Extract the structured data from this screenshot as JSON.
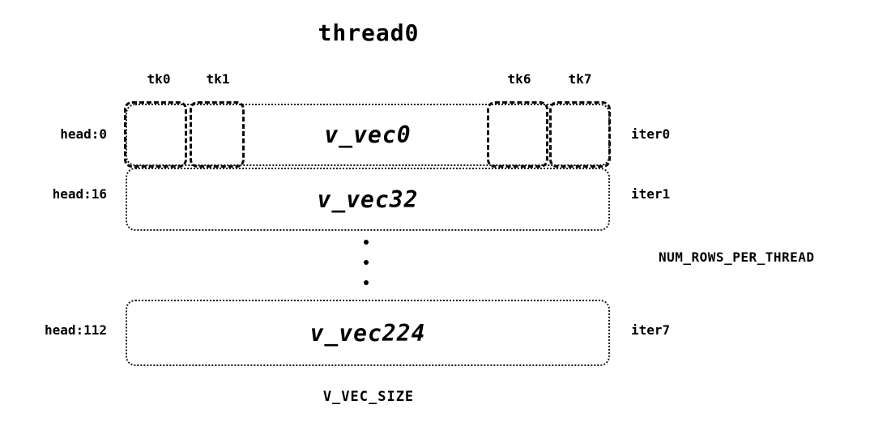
{
  "diagram": {
    "title": "thread0",
    "tk_labels": [
      {
        "label": "tk0"
      },
      {
        "label": "tk1"
      },
      {
        "label": "tk6"
      },
      {
        "label": "tk7"
      }
    ],
    "rows": [
      {
        "head": "head:0",
        "vec": "v_vec0",
        "iter": "iter0"
      },
      {
        "head": "head:16",
        "vec": "v_vec32",
        "iter": "iter1"
      },
      {
        "head": "head:112",
        "vec": "v_vec224",
        "iter": "iter7"
      }
    ],
    "num_rows_label": "NUM_ROWS_PER_THREAD",
    "size_label": "V_VEC_SIZE"
  }
}
